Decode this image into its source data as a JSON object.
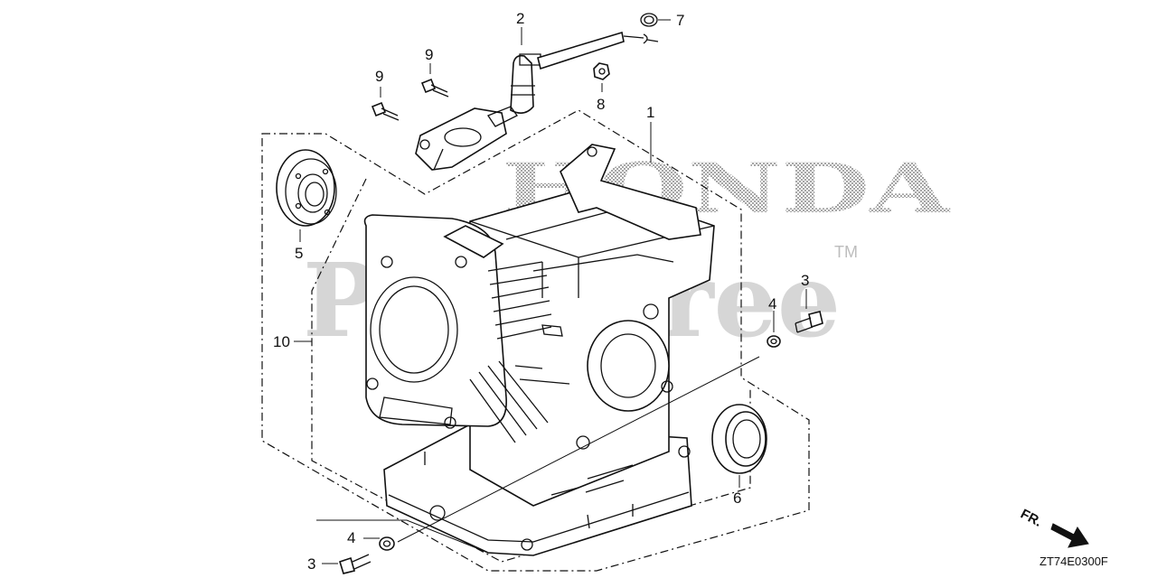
{
  "watermark": {
    "brand": "HONDA",
    "site": "PartsTree",
    "trademark": "TM"
  },
  "callouts": {
    "c1": "1",
    "c2": "2",
    "c3_left": "3",
    "c3_right": "3",
    "c4_left": "4",
    "c4_right": "4",
    "c5": "5",
    "c6": "6",
    "c7": "7",
    "c8": "8",
    "c9_left": "9",
    "c9_right": "9",
    "c10": "10"
  },
  "direction_label": "FR.",
  "diagram_code": "ZT74E0300F"
}
